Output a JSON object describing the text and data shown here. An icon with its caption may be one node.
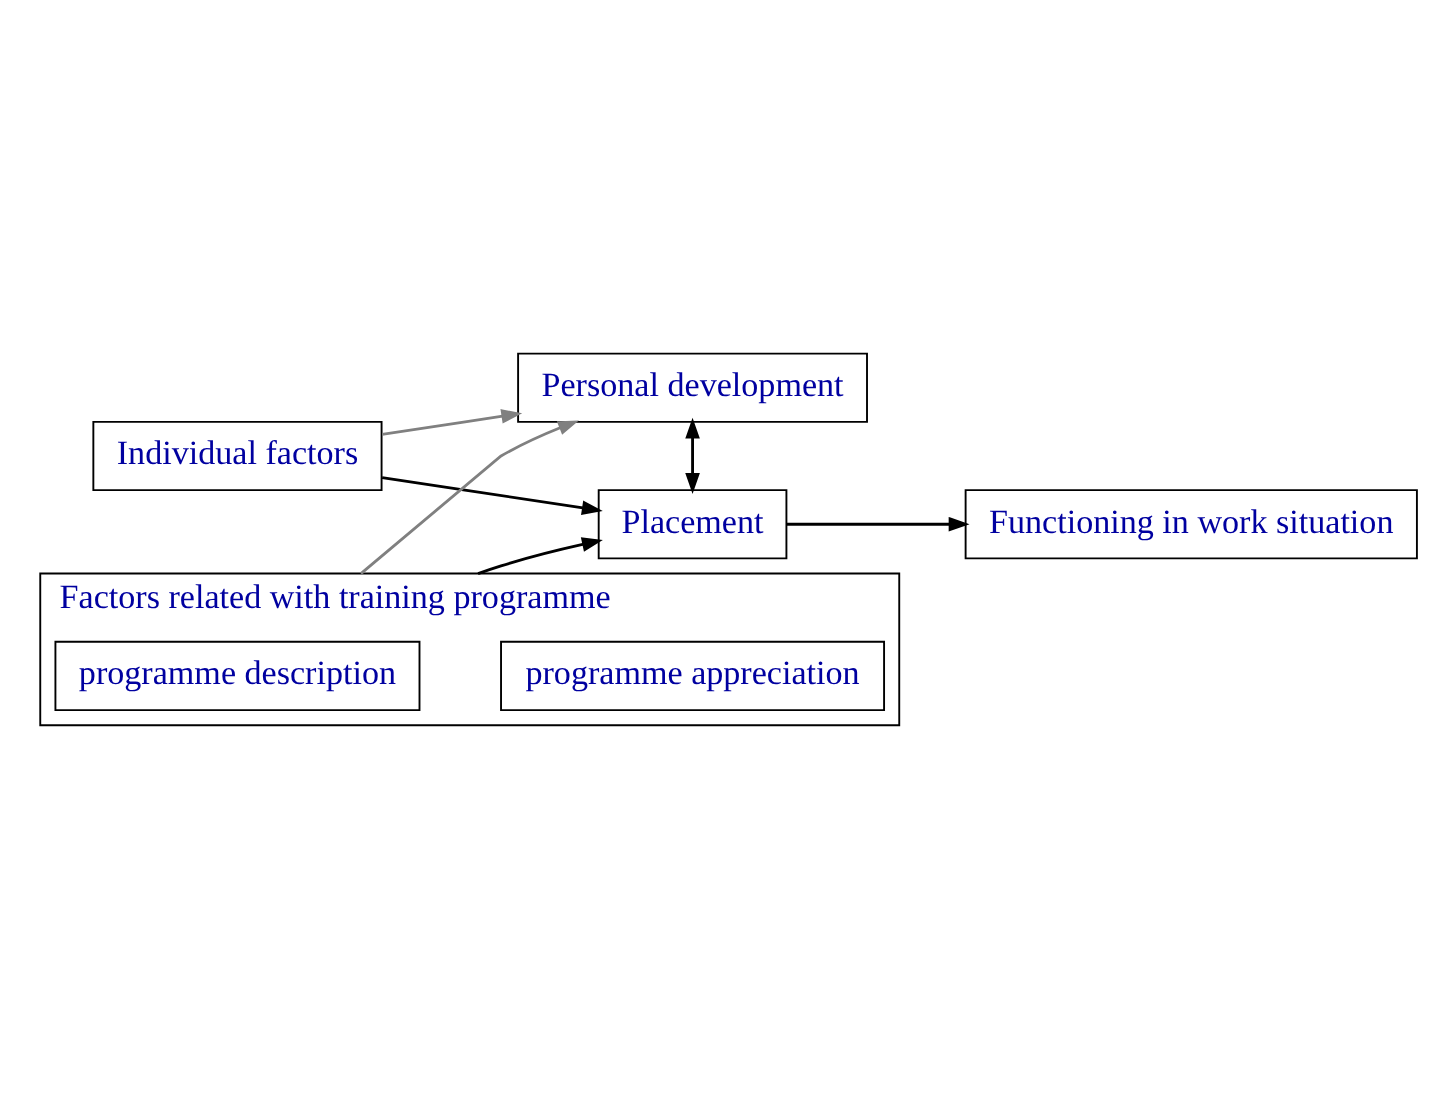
{
  "diagram": {
    "nodes": [
      {
        "text": [
          "Individual factors"
        ]
      },
      {
        "text": [
          "Personal development"
        ]
      },
      {
        "text": [
          "Placement"
        ]
      },
      {
        "text": [
          "Functioning in work situation"
        ]
      },
      {
        "text": [
          "Factors related with training programme"
        ]
      },
      {
        "text": [
          "programme description"
        ],
        "in": 4
      },
      {
        "text": [
          "programme appreciation"
        ],
        "in": 4
      }
    ],
    "edges": [
      {
        "from": 0,
        "to": 2,
        "arrow": "to"
      },
      {
        "from": 0,
        "to": 1,
        "arrow": "to",
        "color": "#808080"
      },
      {
        "from": 4,
        "to": 2,
        "arrow": "to"
      },
      {
        "from": 4,
        "to": 1,
        "arrow": "to",
        "color": "#808080"
      },
      {
        "from": 1,
        "to": 2,
        "arrow": "both"
      },
      {
        "from": 2,
        "to": 3,
        "arrow": "to"
      }
    ]
  }
}
